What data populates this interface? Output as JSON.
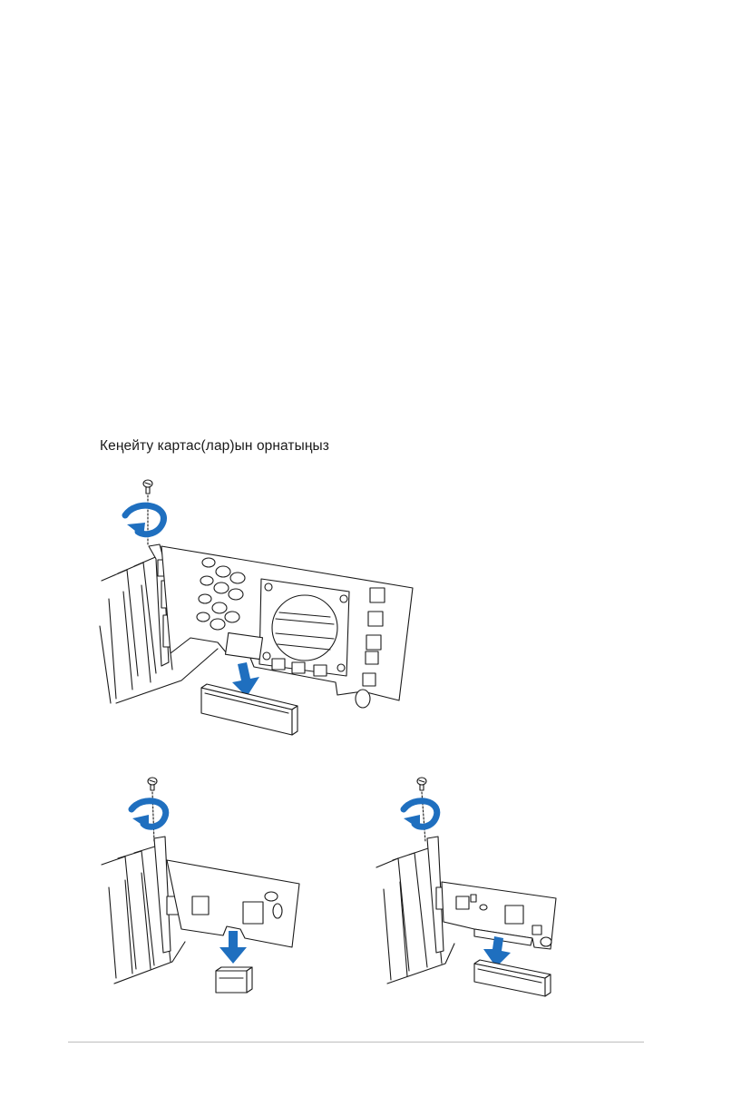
{
  "page": {
    "caption": "Кеңейту картас(лар)ын орнатыңыз"
  },
  "figures": {
    "main": {
      "subject": "graphics-card-install"
    },
    "left": {
      "subject": "pcie-x1-card-install"
    },
    "right": {
      "subject": "pcie-card-install-alt"
    }
  },
  "colors": {
    "arrow_blue": "#1f6fbf",
    "line": "#1a1a1a",
    "rule": "#bdbdbd"
  }
}
